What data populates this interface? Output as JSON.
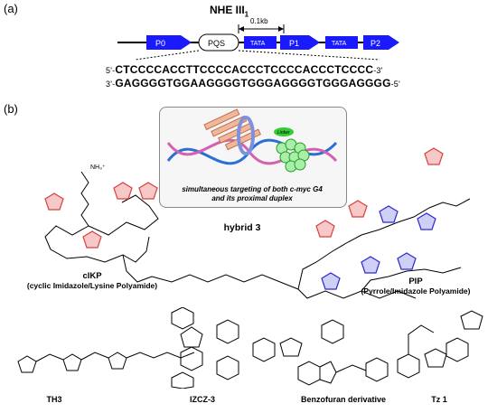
{
  "panel_a": {
    "label": "(a)",
    "title": "NHE III",
    "title_sub": "1",
    "scale_label": "0.1kb",
    "elements": [
      "P0",
      "PQS",
      "TATA",
      "P1",
      "TATA",
      "P2"
    ],
    "seq_top_prefix": "5'-",
    "seq_top": "CTCCCCACCTTCCCCACCCTCCCCACCCTCCCC",
    "seq_top_suffix": "-3'",
    "seq_bottom_prefix": "3'-",
    "seq_bottom": "GAGGGGTGGAAGGGGTGGGAGGGGTGGGAGGGG",
    "seq_bottom_suffix": "-5'"
  },
  "panel_b": {
    "label": "(b)",
    "inset_caption_1": "simultaneous targeting of both c-myc G4",
    "inset_caption_2": "and its proximal duplex",
    "linker_label": "Linker",
    "hybrid_label": "hybrid 3",
    "nh3_label": "NH₃⁺",
    "cikp_name": "cIKP",
    "cikp_desc": "(cyclic Imidazole/Lysine Polyamide)",
    "pip_name": "PIP",
    "pip_desc": "(Pyrrole/Imidazole Polyamide)",
    "molecules": [
      "TH3",
      "IZCZ-3",
      "Benzofuran derivative",
      "Tz 1"
    ]
  },
  "colors": {
    "promoter_blue": "#1a1aff",
    "imidazole_red": "#d94040",
    "pyrrole_blue": "#2a2ad0"
  }
}
